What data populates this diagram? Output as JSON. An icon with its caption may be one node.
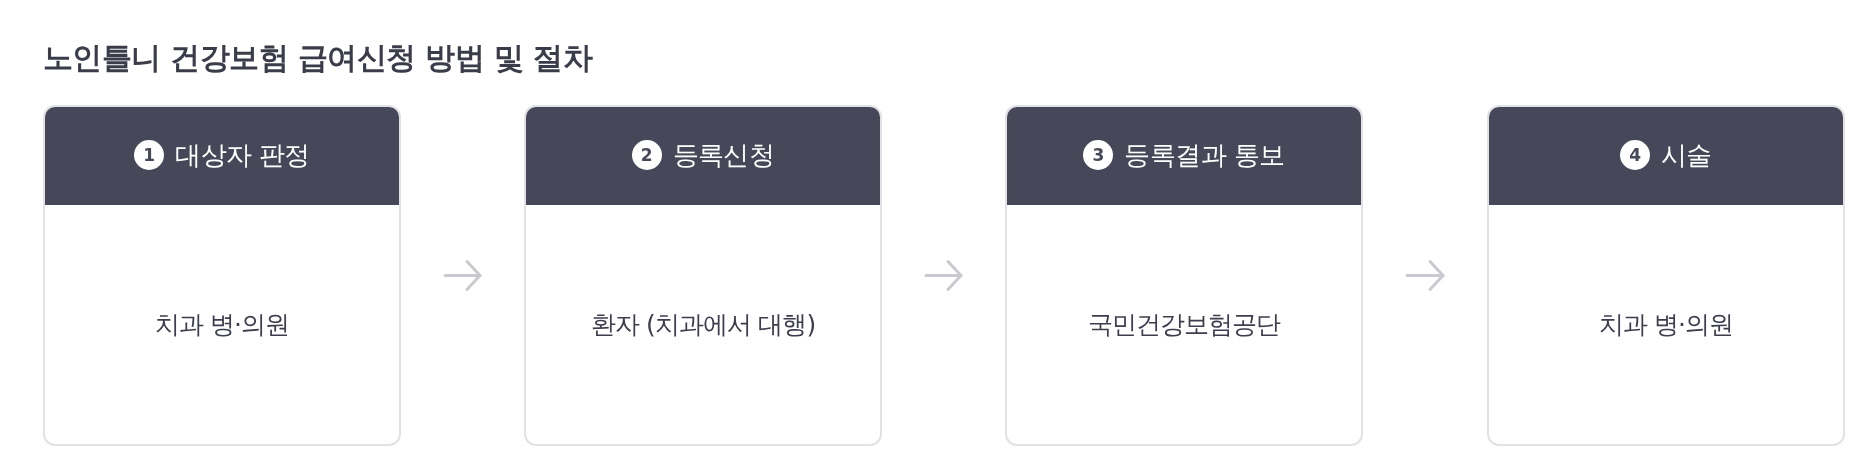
{
  "diagram": {
    "title": "노인틀니 건강보험 급여신청 방법 및 절차",
    "nodes": [
      {
        "text": [
          "1",
          "대상자 판정",
          "치과 병·의원"
        ]
      },
      {
        "text": [
          "2",
          "등록신청",
          "환자 (치과에서 대행)"
        ]
      },
      {
        "text": [
          "3",
          "등록결과 통보",
          "국민건강보험공단"
        ]
      },
      {
        "text": [
          "4",
          "시술",
          "치과 병·의원"
        ]
      }
    ],
    "edges": [
      {
        "from": 0,
        "to": 1,
        "arrow": "to"
      },
      {
        "from": 1,
        "to": 2,
        "arrow": "to"
      },
      {
        "from": 2,
        "to": 3,
        "arrow": "to"
      }
    ]
  }
}
